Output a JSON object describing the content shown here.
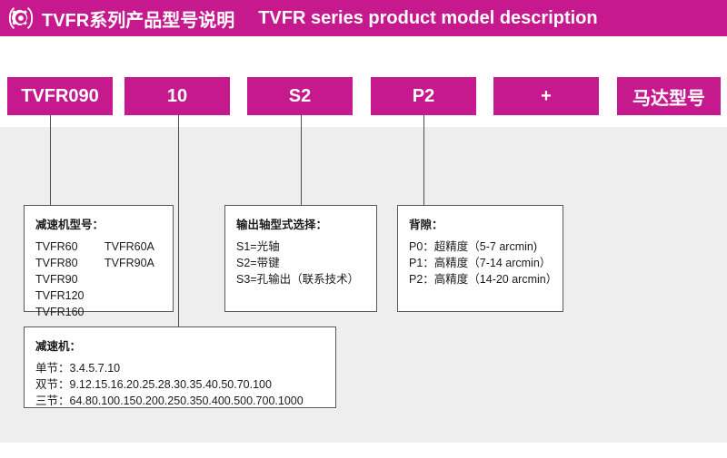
{
  "header": {
    "icon": "gear-icon",
    "title_cn": "TVFR系列产品型号说明",
    "title_en": "TVFR series product model description",
    "background_color": "#c5198d",
    "text_color": "#ffffff"
  },
  "model_code": {
    "segments": [
      {
        "label": "TVFR090"
      },
      {
        "label": "10"
      },
      {
        "label": "S2"
      },
      {
        "label": "P2"
      },
      {
        "label": "+"
      },
      {
        "label": "马达型号"
      }
    ]
  },
  "detail_boxes": {
    "gearbox_model": {
      "title": "减速机型号：",
      "rows": [
        {
          "col1": "TVFR60",
          "col2": "TVFR60A"
        },
        {
          "col1": "TVFR80",
          "col2": "TVFR90A"
        },
        {
          "col1": "TVFR90",
          "col2": ""
        },
        {
          "col1": "TVFR120",
          "col2": ""
        },
        {
          "col1": "TVFR160",
          "col2": ""
        }
      ]
    },
    "output_shaft": {
      "title": "输出轴型式选择：",
      "lines": [
        "S1=光轴",
        "S2=带键",
        "S3=孔输出（联系技术）"
      ]
    },
    "backlash": {
      "title": "背隙：",
      "lines": [
        "P0：超精度（5-7 arcmin)",
        "P1：高精度（7-14 arcmin）",
        "P2：高精度（14-20 arcmin）"
      ]
    },
    "reduction_ratio": {
      "title": "减速机：",
      "lines": [
        "单节：3.4.5.7.10",
        "双节：9.12.15.16.20.25.28.30.35.40.50.70.100",
        "三节：64.80.100.150.200.250.350.400.500.700.1000"
      ]
    }
  },
  "colors": {
    "brand_magenta": "#c5198d",
    "gray_band": "#eeeeee",
    "border_gray": "#5a5a5a",
    "text_dark": "#1a1a1a"
  }
}
